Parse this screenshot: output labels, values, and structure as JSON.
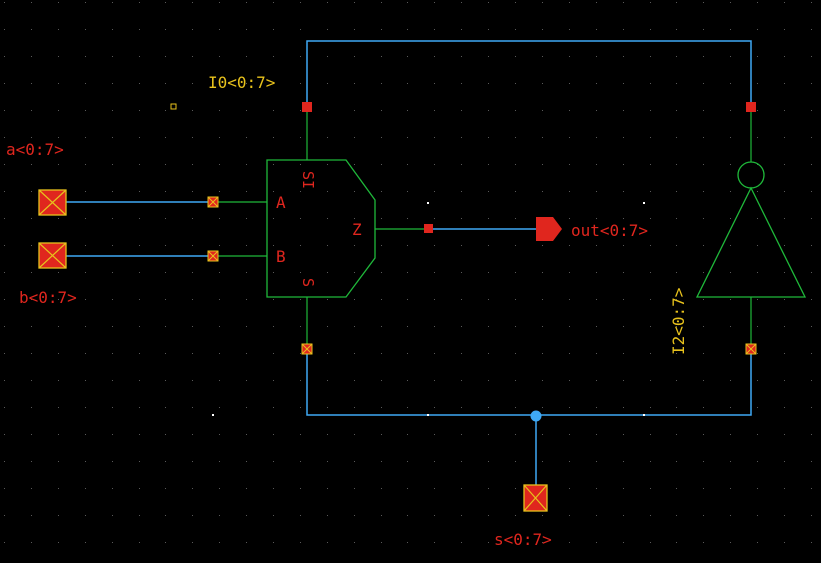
{
  "schematic": {
    "instances": [
      {
        "name": "I0<0:7>",
        "type": "mux2",
        "pins": {
          "A": "A",
          "B": "B",
          "Z": "Z",
          "S": "S",
          "SI": "SI"
        }
      },
      {
        "name": "I2<0:7>",
        "type": "inverter"
      }
    ],
    "pins": [
      {
        "label": "a<0:7>",
        "direction": "input"
      },
      {
        "label": "b<0:7>",
        "direction": "input"
      },
      {
        "label": "s<0:7>",
        "direction": "input"
      },
      {
        "label": "out<0:7>",
        "direction": "output"
      }
    ]
  },
  "labels": {
    "inst_mux": "I0<0:7>",
    "inst_inv": "I2<0:7>",
    "pin_a": "a<0:7>",
    "pin_b": "b<0:7>",
    "pin_s": "s<0:7>",
    "pin_out": "out<0:7>",
    "mux_pin_a": "A",
    "mux_pin_b": "B",
    "mux_pin_z": "Z",
    "mux_pin_s": "S",
    "mux_pin_si": "SI"
  },
  "colors": {
    "background": "#000000",
    "wire": "#3fa9f5",
    "device": "#1fb83a",
    "pin_fill": "#e0261e",
    "pin_border": "#e8c21c",
    "label_red": "#e0261e",
    "label_yellow": "#e8c21c",
    "grid_dot": "#5a5a5a"
  }
}
